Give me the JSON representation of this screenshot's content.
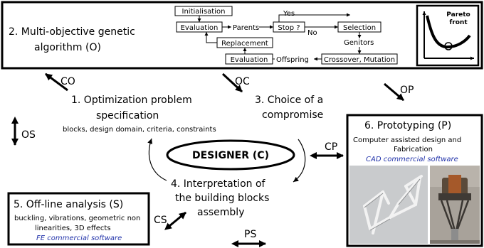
{
  "ga_box": {
    "title_line1": "2. Multi-objective genetic",
    "title_line2": "algorithm (O)",
    "flow": {
      "initialisation": "Initialisation",
      "evaluation_top": "Evaluation",
      "parents": "Parents",
      "stop": "Stop ?",
      "yes": "Yes",
      "no": "No",
      "selection": "Selection",
      "genitors": "Genitors",
      "replacement": "Replacement",
      "evaluation_bottom": "Evaluation",
      "offspring": "Offspring",
      "crossover": "Crossover, Mutation"
    },
    "pareto_line1": "Pareto",
    "pareto_line2": "front"
  },
  "arrows": {
    "co": "CO",
    "oc": "OC",
    "op": "OP",
    "os": "OS",
    "cp": "CP",
    "cs": "CS",
    "ps": "PS"
  },
  "step1": {
    "line1": "1. Optimization problem",
    "line2": "specification",
    "detail": "blocks, design domain, criteria, constraints"
  },
  "step3": {
    "line1": "3. Choice of a",
    "line2": "compromise"
  },
  "designer": "DESIGNER (C)",
  "step4": {
    "line1": "4. Interpretation of",
    "line2": "the building blocks",
    "line3": "assembly"
  },
  "step5": {
    "title": "5. Off-line analysis (S)",
    "line1": "buckling, vibrations, geometric non",
    "line2": "linearities, 3D effects",
    "software": "FE commercial software"
  },
  "step6": {
    "title": "6. Prototyping (P)",
    "line1": "Computer assisted design and",
    "line2": "Fabrication",
    "software": "CAD commercial software"
  }
}
